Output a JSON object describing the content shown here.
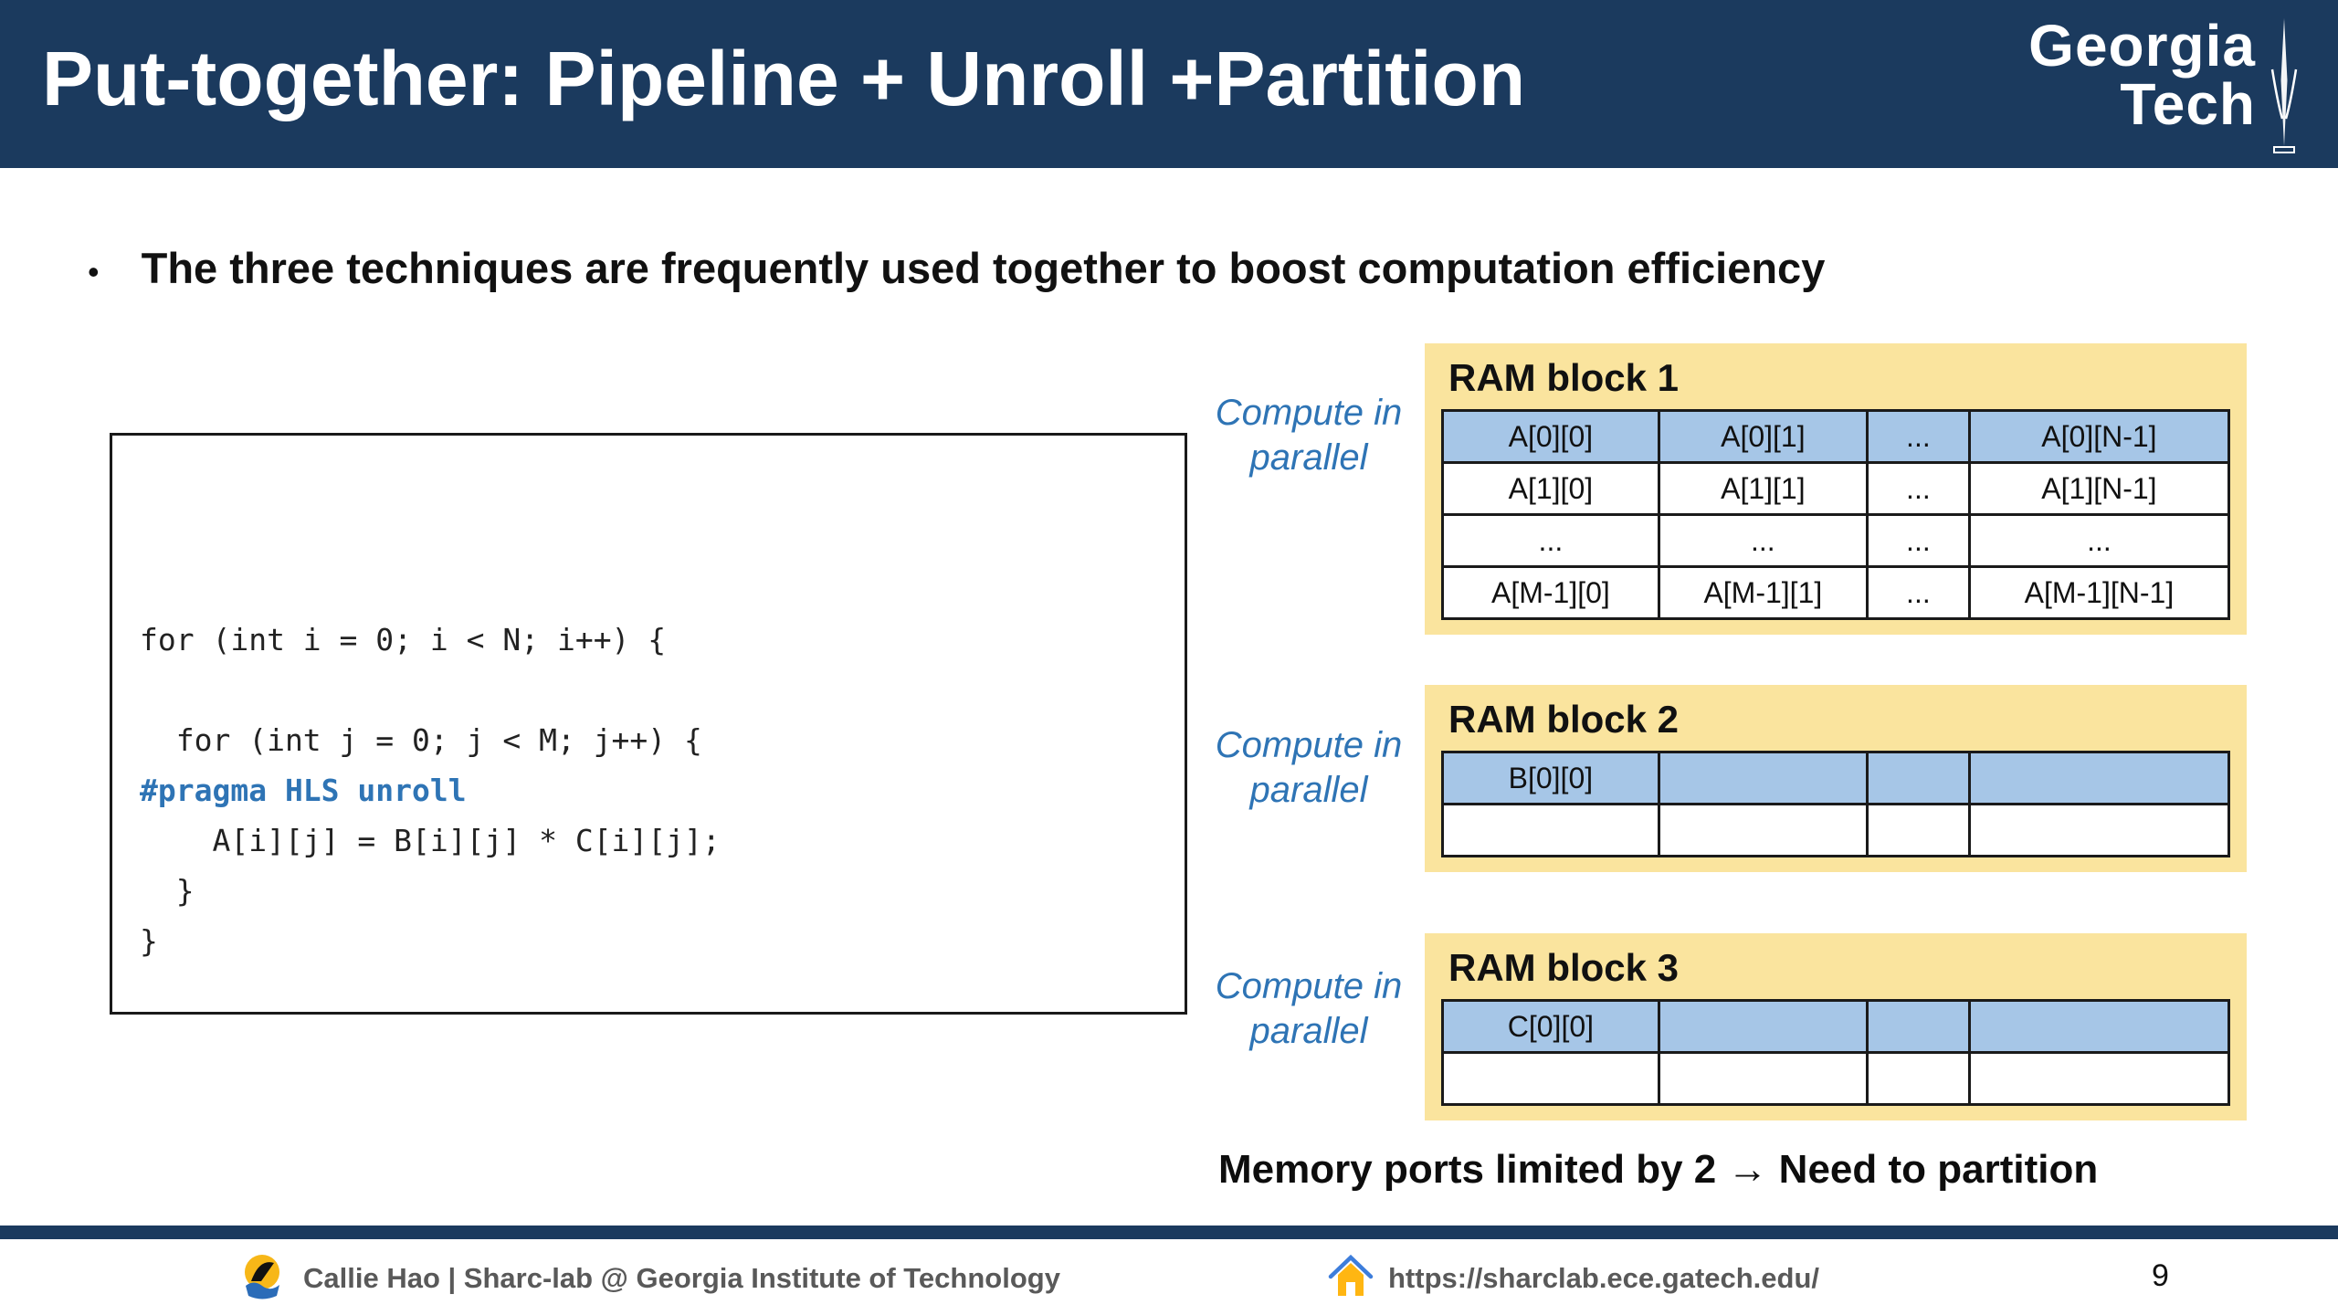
{
  "header": {
    "title": "Put-together: Pipeline + Unroll +Partition",
    "logo_line1": "Georgia",
    "logo_line2": "Tech"
  },
  "bullet": {
    "marker": "•",
    "text": "The three techniques are frequently used together to boost computation efficiency"
  },
  "code": {
    "lines": [
      "for (int i = 0; i < N; i++) {",
      "",
      "  for (int j = 0; j < M; j++) {",
      "#pragma HLS unroll",
      "    A[i][j] = B[i][j] * C[i][j];",
      "  }",
      "}"
    ]
  },
  "compute_labels": [
    "Compute in parallel",
    "Compute in parallel",
    "Compute in parallel"
  ],
  "ram_blocks": [
    {
      "title": "RAM block 1",
      "rows": [
        {
          "highlight": true,
          "cells": [
            "A[0][0]",
            "A[0][1]",
            "...",
            "A[0][N-1]"
          ]
        },
        {
          "highlight": false,
          "cells": [
            "A[1][0]",
            "A[1][1]",
            "...",
            "A[1][N-1]"
          ]
        },
        {
          "highlight": false,
          "cells": [
            "...",
            "...",
            "...",
            "..."
          ]
        },
        {
          "highlight": false,
          "cells": [
            "A[M-1][0]",
            "A[M-1][1]",
            "...",
            "A[M-1][N-1]"
          ]
        }
      ]
    },
    {
      "title": "RAM block 2",
      "rows": [
        {
          "highlight": true,
          "cells": [
            "B[0][0]",
            "",
            "",
            ""
          ]
        },
        {
          "highlight": false,
          "cells": [
            "",
            "",
            "",
            ""
          ]
        }
      ]
    },
    {
      "title": "RAM block 3",
      "rows": [
        {
          "highlight": true,
          "cells": [
            "C[0][0]",
            "",
            "",
            ""
          ]
        },
        {
          "highlight": false,
          "cells": [
            "",
            "",
            "",
            ""
          ]
        }
      ]
    }
  ],
  "memory_note": "Memory ports limited by 2 → Need to partition",
  "footer": {
    "author": "Callie Hao | Sharc-lab @ Georgia Institute of Technology",
    "url": "https://sharclab.ece.gatech.edu/",
    "page": "9"
  },
  "colors": {
    "navy": "#1B3A5E",
    "panel_yellow": "#FAE49E",
    "row_blue": "#A6C6E7",
    "accent_blue_text": "#2E74B5",
    "footer_gray": "#595959"
  }
}
